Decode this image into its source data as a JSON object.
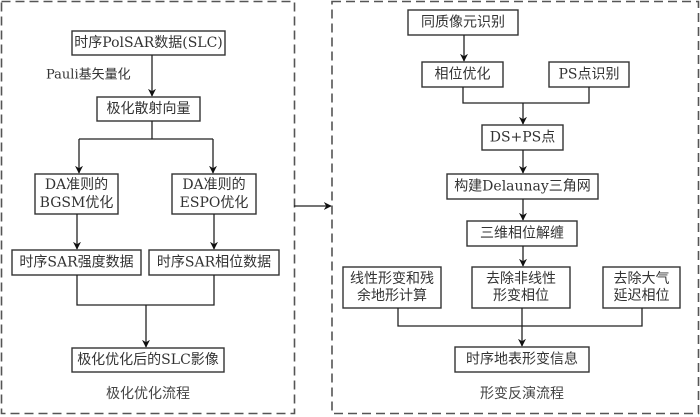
{
  "left_panel": {
    "caption": "极化优化流程",
    "nodes": {
      "input": "时序PolSAR数据(SLC)",
      "pauli_label": "Pauli基矢量化",
      "scatter_vector": "极化散射向量",
      "bgsm": [
        "DA准则的",
        "BGSM优化"
      ],
      "espo": [
        "DA准则的",
        "ESPO优化"
      ],
      "intensity": "时序SAR强度数据",
      "phase": "时序SAR相位数据",
      "output": "极化优化后的SLC影像"
    }
  },
  "right_panel": {
    "caption": "形变反演流程",
    "nodes": {
      "shp": "同质像元识别",
      "phase_opt": "相位优化",
      "ps_ident": "PS点识别",
      "ds_ps": "DS+PS点",
      "delaunay": "构建Delaunay三角网",
      "unwrap": "三维相位解缠",
      "linear": [
        "线性形变和残",
        "余地形计算"
      ],
      "nonlinear": [
        "去除非线性",
        "形变相位"
      ],
      "atmo": [
        "去除大气",
        "延迟相位"
      ],
      "result": "时序地表形变信息"
    }
  }
}
